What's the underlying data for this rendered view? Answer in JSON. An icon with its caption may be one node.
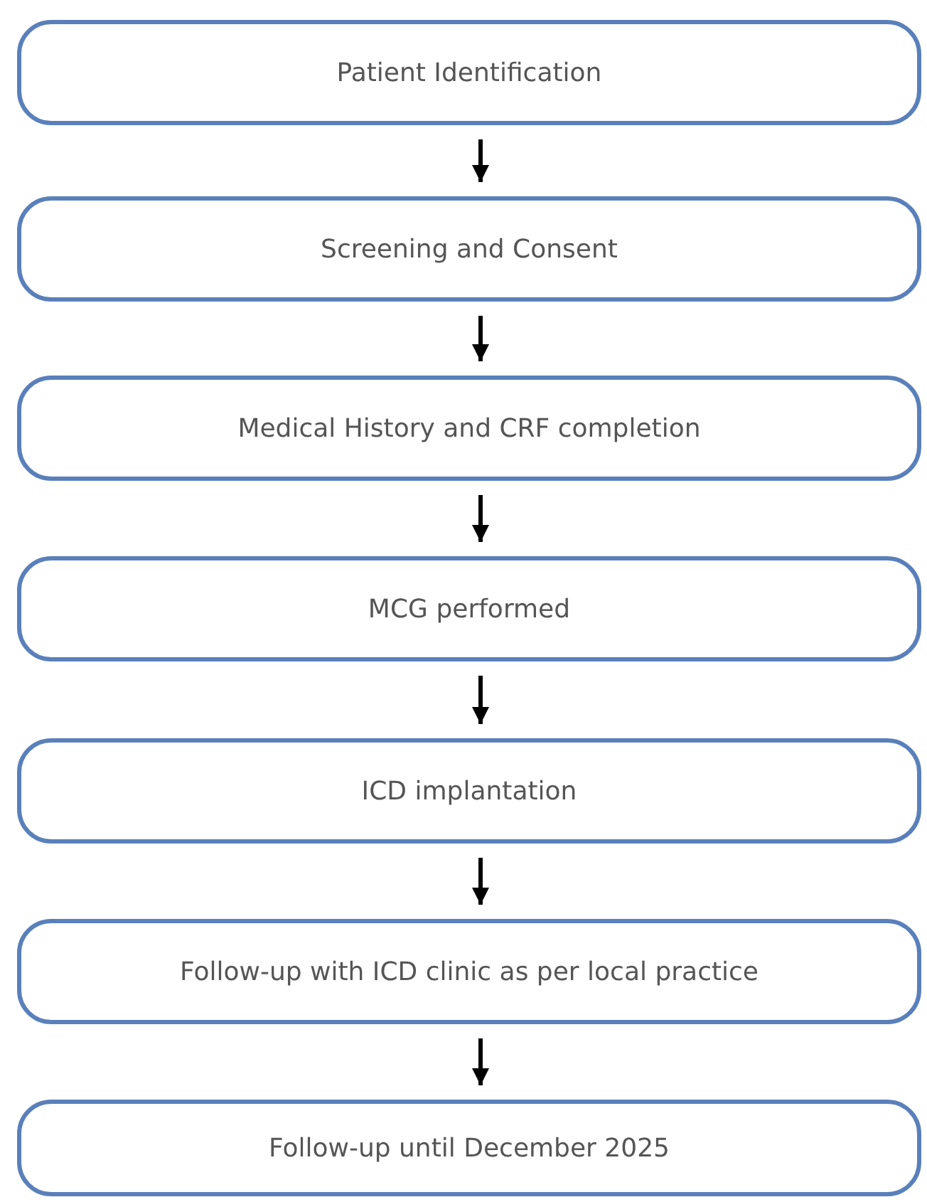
{
  "diagram": {
    "nodes": [
      {
        "text": [
          "Patient Identification"
        ]
      },
      {
        "text": [
          "Screening and Consent"
        ]
      },
      {
        "text": [
          "Medical History and CRF completion"
        ]
      },
      {
        "text": [
          "MCG performed"
        ]
      },
      {
        "text": [
          "ICD implantation"
        ]
      },
      {
        "text": [
          "Follow-up with ICD clinic as per local practice"
        ]
      },
      {
        "text": [
          "Follow-up until December 2025"
        ]
      }
    ],
    "edges": [
      {
        "from": 0,
        "to": 1,
        "arrow": "to"
      },
      {
        "from": 1,
        "to": 2,
        "arrow": "to"
      },
      {
        "from": 2,
        "to": 3,
        "arrow": "to"
      },
      {
        "from": 3,
        "to": 4,
        "arrow": "to"
      },
      {
        "from": 4,
        "to": 5,
        "arrow": "to"
      },
      {
        "from": 5,
        "to": 6,
        "arrow": "to"
      }
    ]
  }
}
